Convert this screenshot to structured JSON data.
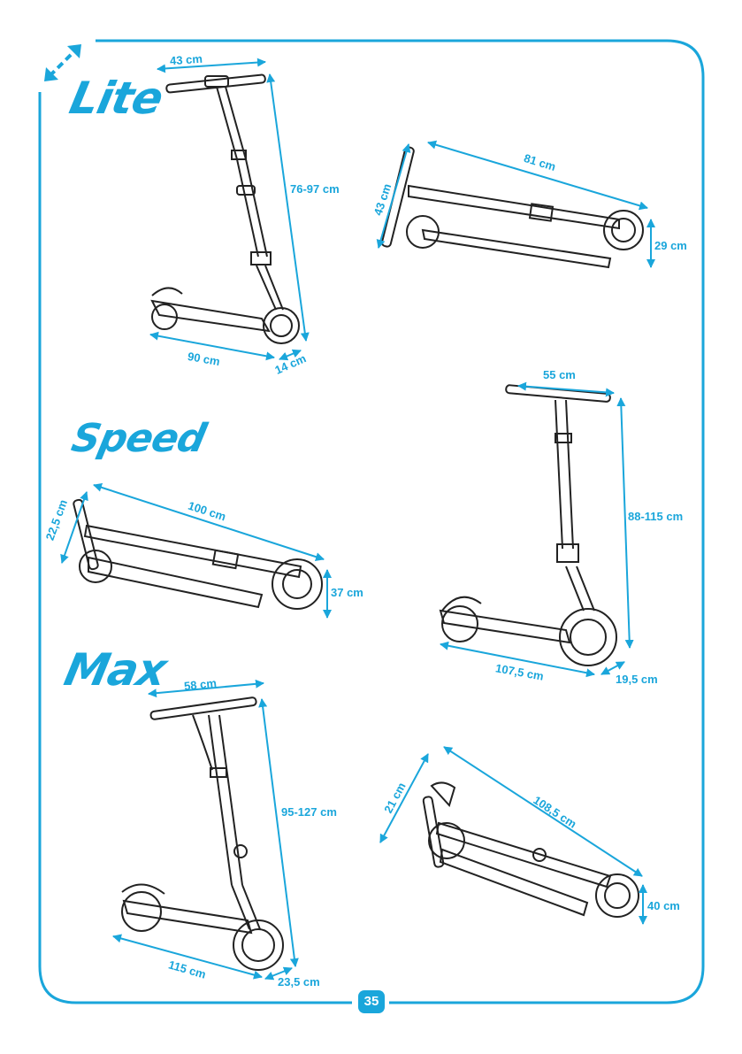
{
  "page_number": "35",
  "accent_color": "#1aa6db",
  "resize_icon": "resize-diagonal-arrows-icon",
  "models": {
    "lite": {
      "name": "Lite",
      "upright": {
        "handlebar_width": "43 cm",
        "height": "76-97 cm",
        "length": "90 cm",
        "deck_width": "14 cm"
      },
      "folded": {
        "length": "81 cm",
        "handlebar_width": "43 cm",
        "height": "29 cm"
      }
    },
    "speed": {
      "name": "Speed",
      "upright": {
        "handlebar_width": "55 cm",
        "height": "88-115 cm",
        "length": "107,5 cm",
        "deck_width": "19,5 cm"
      },
      "folded": {
        "length": "100 cm",
        "handlebar_width": "22,5 cm",
        "height": "37 cm"
      }
    },
    "max": {
      "name": "Max",
      "upright": {
        "handlebar_width": "58 cm",
        "height": "95-127 cm",
        "length": "115 cm",
        "deck_width": "23,5 cm"
      },
      "folded": {
        "length": "108,5 cm",
        "handlebar_width": "21 cm",
        "height": "40 cm"
      }
    }
  }
}
